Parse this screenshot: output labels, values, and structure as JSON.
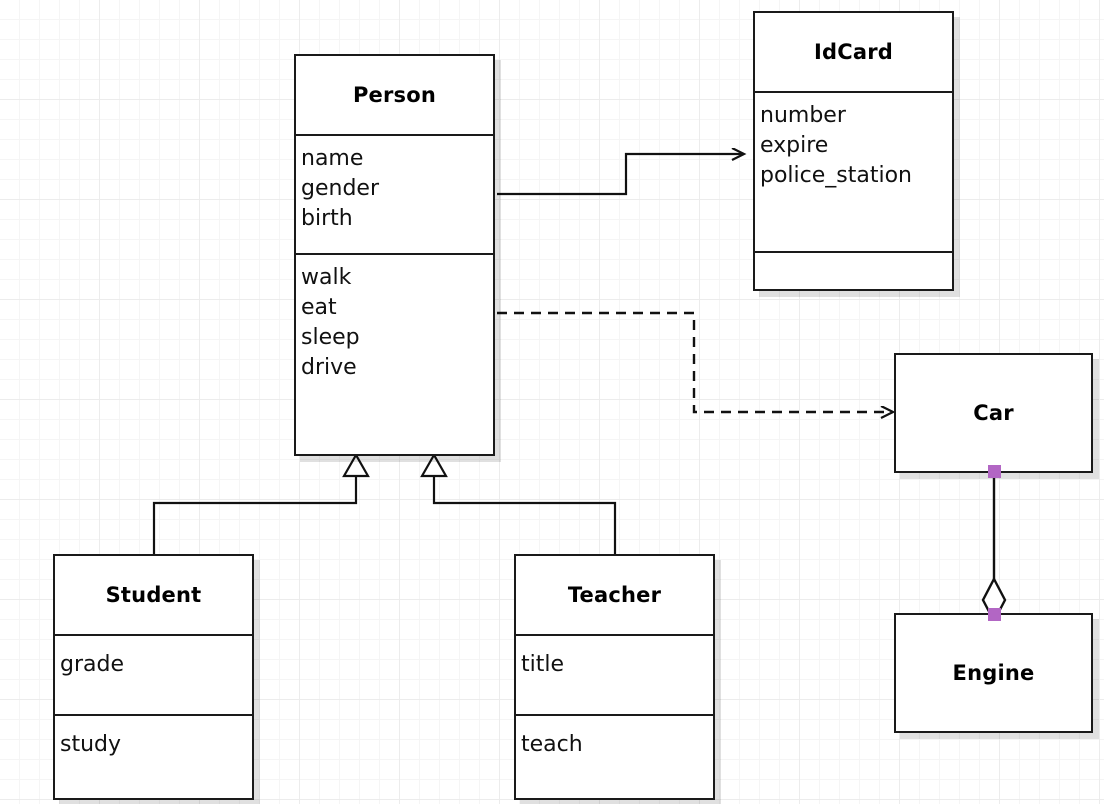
{
  "diagram": {
    "type": "uml-class-diagram",
    "background": "#ffffff",
    "grid_color": "#ececec",
    "stroke_color": "#1a1a1a",
    "connector_handle_color": "#b266c4"
  },
  "classes": {
    "person": {
      "name": "Person",
      "attributes": [
        "name",
        "gender",
        "birth"
      ],
      "methods": [
        "walk",
        "eat",
        "sleep",
        "drive"
      ]
    },
    "idcard": {
      "name": "IdCard",
      "attributes": [
        "number",
        "expire",
        "police_station"
      ],
      "methods": []
    },
    "car": {
      "name": "Car",
      "attributes": [],
      "methods": []
    },
    "engine": {
      "name": "Engine",
      "attributes": [],
      "methods": []
    },
    "student": {
      "name": "Student",
      "attributes": [
        "grade"
      ],
      "methods": [
        "study"
      ]
    },
    "teacher": {
      "name": "Teacher",
      "attributes": [
        "title"
      ],
      "methods": [
        "teach"
      ]
    }
  },
  "relationships": [
    {
      "id": "person-idcard",
      "kind": "association",
      "line": "solid",
      "arrow": "open",
      "from": "Person",
      "to": "IdCard"
    },
    {
      "id": "person-car",
      "kind": "dependency",
      "line": "dashed",
      "arrow": "open",
      "from": "Person",
      "to": "Car"
    },
    {
      "id": "student-person",
      "kind": "generalization",
      "line": "solid",
      "arrow": "hollow-triangle",
      "from": "Student",
      "to": "Person"
    },
    {
      "id": "teacher-person",
      "kind": "generalization",
      "line": "solid",
      "arrow": "hollow-triangle",
      "from": "Teacher",
      "to": "Person"
    },
    {
      "id": "car-engine",
      "kind": "aggregation",
      "line": "solid",
      "arrow": "hollow-diamond",
      "from": "Car",
      "to": "Engine"
    }
  ]
}
